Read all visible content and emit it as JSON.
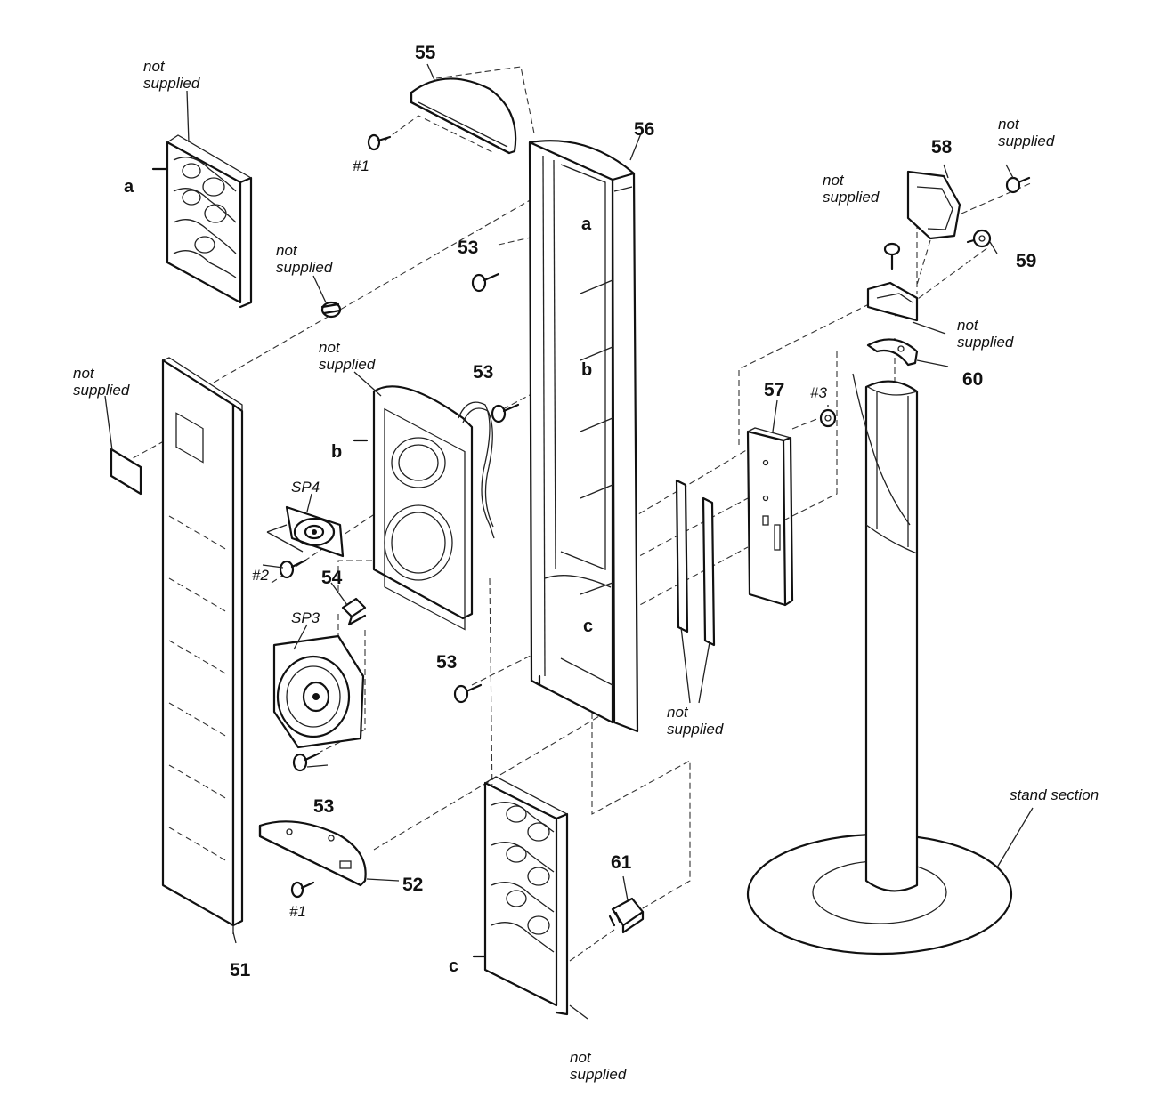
{
  "labels": {
    "not_supplied": "not supplied",
    "not_word": "not",
    "supplied_word": "supplied",
    "stand_section": "stand section",
    "screw_1": "#1",
    "screw_2": "#2",
    "screw_3": "#3",
    "sp3": "SP3",
    "sp4": "SP4",
    "ref_a": "a",
    "ref_b": "b",
    "ref_c": "c"
  },
  "parts": {
    "p51": "51",
    "p52": "52",
    "p53": "53",
    "p54": "54",
    "p55": "55",
    "p56": "56",
    "p57": "57",
    "p58": "58",
    "p59": "59",
    "p60": "60",
    "p61": "61"
  }
}
